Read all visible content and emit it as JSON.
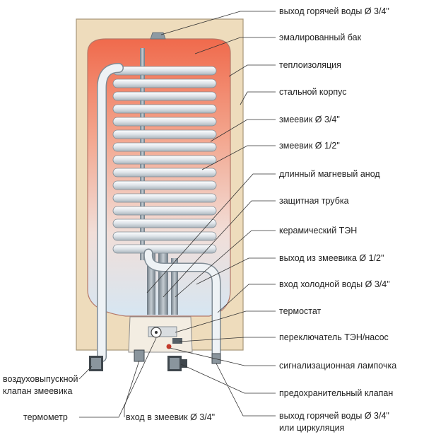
{
  "colors": {
    "housing": "#eedcbc",
    "tank_hot": "#f06a4c",
    "tank_cold": "#dbe9f4",
    "coil": "#e3e8ec",
    "coil_edge": "#7f8b94",
    "leader": "#333333",
    "text": "#222222"
  },
  "labels": {
    "hot_water_outlet": "выход горячей воды Ø 3/4\"",
    "enamel_tank": "эмалированный бак",
    "thermal_insulation": "теплоизоляция",
    "steel_housing": "стальной корпус",
    "coil_3_4": "змеевик Ø 3/4\"",
    "coil_1_2": "змеевик Ø 1/2\"",
    "magnesium_anode": "длинный магневый анод",
    "protective_tube": "защитная трубка",
    "ceramic_heater": "керамический ТЭН",
    "coil_outlet": "выход из змеевика Ø 1/2\"",
    "cold_water_inlet": "вход холодной воды Ø 3/4\"",
    "thermostat": "термостат",
    "heater_pump_switch": "переключатель ТЭН/насос",
    "signal_lamp": "сигнализационная лампочка",
    "safety_valve": "предохранительный клапан",
    "hot_water_or_circulation_1": "выход горячей воды Ø 3/4\"",
    "hot_water_or_circulation_2": "или циркуляция",
    "air_vent_valve_1": "воздуховыпускной",
    "air_vent_valve_2": "клапан змеевика",
    "thermometer": "термометр",
    "coil_inlet": "вход в змеевик Ø 3/4\""
  }
}
